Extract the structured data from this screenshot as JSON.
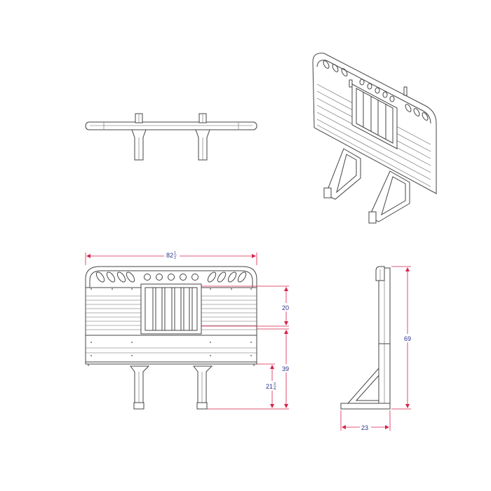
{
  "drawing": {
    "views": [
      "top-view",
      "isometric-view",
      "front-view",
      "side-view"
    ],
    "dimensions": {
      "width": {
        "whole": "82",
        "num": "1",
        "den": "2"
      },
      "window_height": {
        "whole": "20"
      },
      "lower_height": {
        "whole": "39"
      },
      "leg_height": {
        "whole": "21",
        "num": "3",
        "den": "4"
      },
      "total_height": {
        "whole": "69"
      },
      "base_depth": {
        "whole": "23"
      }
    },
    "colors": {
      "line": "#444444",
      "dimension_line": "#d8224c",
      "dimension_text": "#2a2f8a"
    }
  }
}
